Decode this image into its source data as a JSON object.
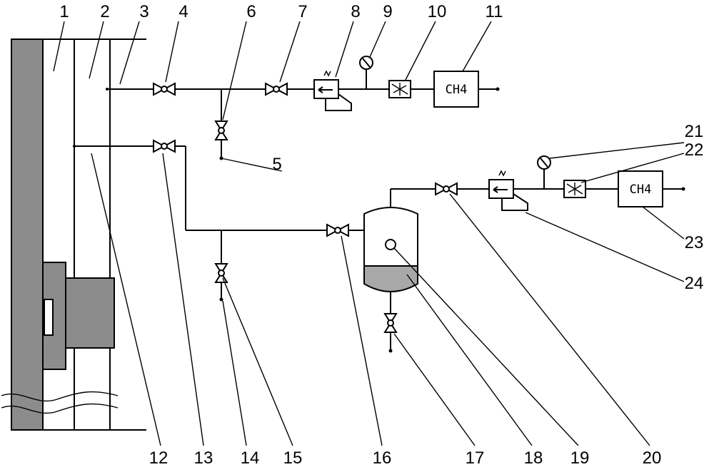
{
  "callouts": [
    "1",
    "2",
    "3",
    "4",
    "5",
    "6",
    "7",
    "8",
    "9",
    "10",
    "11",
    "12",
    "13",
    "14",
    "15",
    "16",
    "17",
    "18",
    "19",
    "20",
    "21",
    "22",
    "23",
    "24"
  ],
  "gas_labels": {
    "upper": "CH4",
    "lower": "CH4"
  },
  "colors": {
    "line": "#000000",
    "wall_fill": "#8c8c8c",
    "liquid_fill": "#a8a8a8",
    "background": "#ffffff"
  }
}
